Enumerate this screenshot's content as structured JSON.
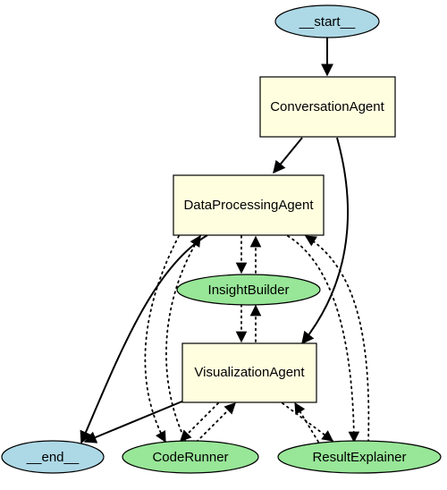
{
  "nodes": {
    "start": {
      "label": "__start__",
      "shape": "ellipse",
      "fill": "#add8e6"
    },
    "conversation_agent": {
      "label": "ConversationAgent",
      "shape": "rect",
      "fill": "#ffffe0"
    },
    "data_processing_agent": {
      "label": "DataProcessingAgent",
      "shape": "rect",
      "fill": "#ffffe0"
    },
    "insight_builder": {
      "label": "InsightBuilder",
      "shape": "ellipse",
      "fill": "#98e698"
    },
    "visualization_agent": {
      "label": "VisualizationAgent",
      "shape": "rect",
      "fill": "#ffffe0"
    },
    "end": {
      "label": "__end__",
      "shape": "ellipse",
      "fill": "#add8e6"
    },
    "code_runner": {
      "label": "CodeRunner",
      "shape": "ellipse",
      "fill": "#98e698"
    },
    "result_explainer": {
      "label": "ResultExplainer",
      "shape": "ellipse",
      "fill": "#98e698"
    }
  },
  "edges": [
    {
      "from": "start",
      "to": "conversation_agent",
      "style": "solid"
    },
    {
      "from": "conversation_agent",
      "to": "data_processing_agent",
      "style": "solid"
    },
    {
      "from": "conversation_agent",
      "to": "visualization_agent",
      "style": "solid"
    },
    {
      "from": "data_processing_agent",
      "to": "end",
      "style": "solid"
    },
    {
      "from": "visualization_agent",
      "to": "end",
      "style": "solid"
    },
    {
      "from": "data_processing_agent",
      "to": "insight_builder",
      "style": "dotted"
    },
    {
      "from": "insight_builder",
      "to": "data_processing_agent",
      "style": "dotted"
    },
    {
      "from": "insight_builder",
      "to": "visualization_agent",
      "style": "dotted"
    },
    {
      "from": "visualization_agent",
      "to": "insight_builder",
      "style": "dotted"
    },
    {
      "from": "data_processing_agent",
      "to": "code_runner",
      "style": "dotted"
    },
    {
      "from": "code_runner",
      "to": "data_processing_agent",
      "style": "dotted"
    },
    {
      "from": "data_processing_agent",
      "to": "result_explainer",
      "style": "dotted"
    },
    {
      "from": "result_explainer",
      "to": "data_processing_agent",
      "style": "dotted"
    },
    {
      "from": "visualization_agent",
      "to": "code_runner",
      "style": "dotted"
    },
    {
      "from": "code_runner",
      "to": "visualization_agent",
      "style": "dotted"
    },
    {
      "from": "visualization_agent",
      "to": "result_explainer",
      "style": "dotted"
    },
    {
      "from": "result_explainer",
      "to": "visualization_agent",
      "style": "dotted"
    }
  ]
}
